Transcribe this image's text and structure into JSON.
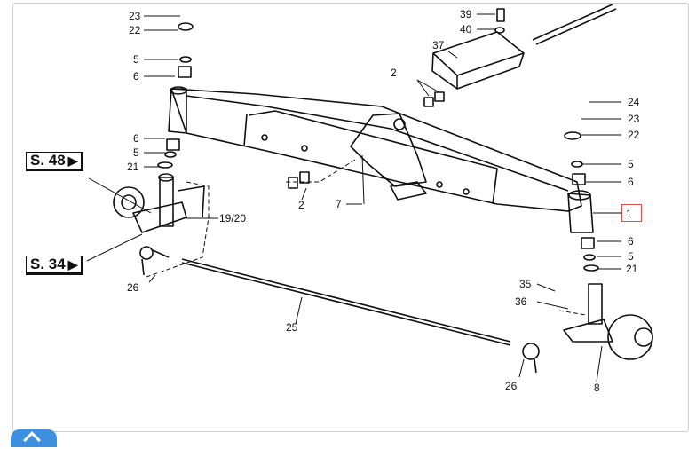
{
  "references": [
    {
      "id": "ref1",
      "label": "S. 48"
    },
    {
      "id": "ref2",
      "label": "S. 34"
    }
  ],
  "callouts": [
    "23",
    "22",
    "5",
    "6",
    "6",
    "5",
    "21",
    "19/20",
    "26",
    "2",
    "7",
    "2",
    "37",
    "39",
    "40",
    "24",
    "23",
    "22",
    "5",
    "6",
    "1",
    "6",
    "5",
    "21",
    "35",
    "36",
    "25",
    "26",
    "8"
  ],
  "highlight": {
    "label": "1",
    "color": "#d9534f"
  },
  "accent": "#3d8fe0"
}
